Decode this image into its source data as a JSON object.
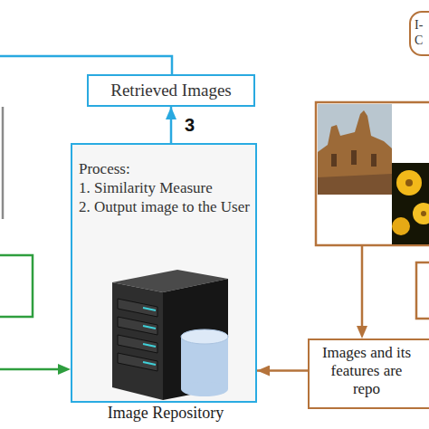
{
  "diagram": {
    "nodes": [
      {
        "text": [
          "Retrieved Images"
        ]
      },
      {
        "text": [
          "Process:",
          "1. Similarity Measure",
          "2. Output image to the User",
          "Image Repository"
        ]
      },
      {
        "text": [
          "Images and its features are repo"
        ]
      },
      {
        "text": [
          "I- C"
        ]
      }
    ],
    "edges": [
      {
        "from": 1,
        "to": 0,
        "label": "3",
        "arrow": "to"
      },
      {
        "from": 2,
        "to": 1,
        "arrow": "to"
      }
    ]
  }
}
